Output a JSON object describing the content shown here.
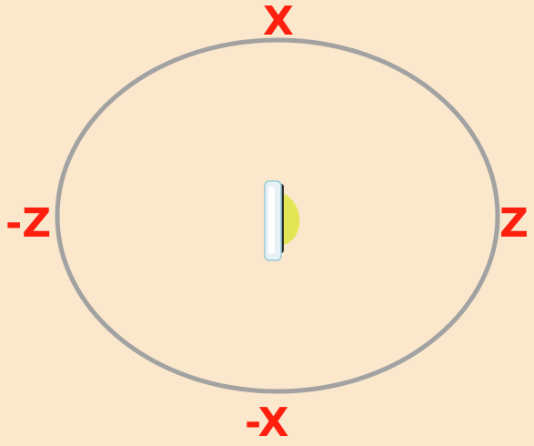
{
  "colors": {
    "background": "#FAE7CC",
    "orbit": "#A2A2A2",
    "label": "#FF1F0F",
    "object_body": "#E6F2F6",
    "object_edge": "#9ACCD9",
    "object_highlight": "#E3E654",
    "object_shadow": "#2B2B2B"
  },
  "labels": {
    "x_pos": "X",
    "z_pos": "Z",
    "z_neg": "-Z",
    "x_neg": "-X"
  },
  "icons": {
    "orbit": "orbit-ellipse",
    "object": "rotating-object-icon"
  }
}
